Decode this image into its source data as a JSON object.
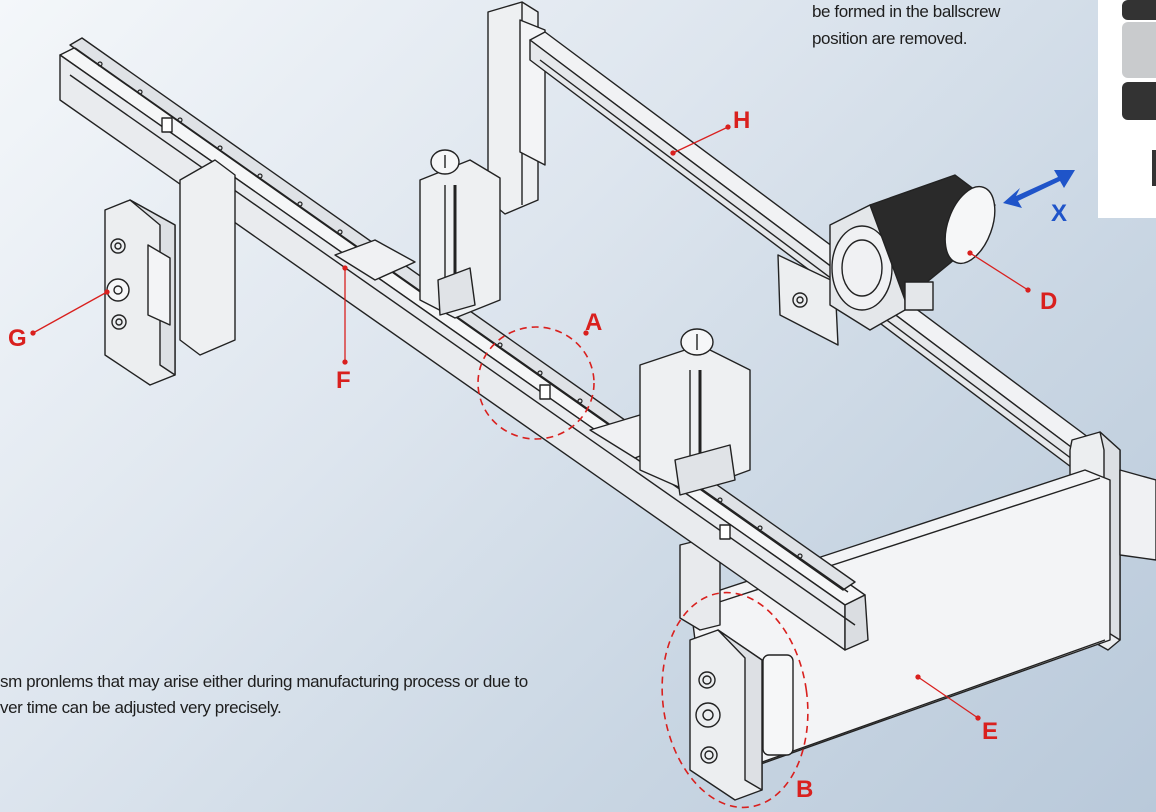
{
  "notes": {
    "top_right": [
      "be formed in the ballscrew",
      "position are removed."
    ],
    "bottom_left": [
      "sm pronlems that may arise either during manufacturing process or due to",
      "ver time can be adjusted very precisely."
    ]
  },
  "callouts": {
    "A": "A",
    "B": "B",
    "D": "D",
    "E": "E",
    "F": "F",
    "G": "G",
    "H": "H",
    "X": "X"
  },
  "colors": {
    "callout": "#d9201e",
    "axis_arrow": "#1f54c9",
    "line_art": "#222222"
  }
}
